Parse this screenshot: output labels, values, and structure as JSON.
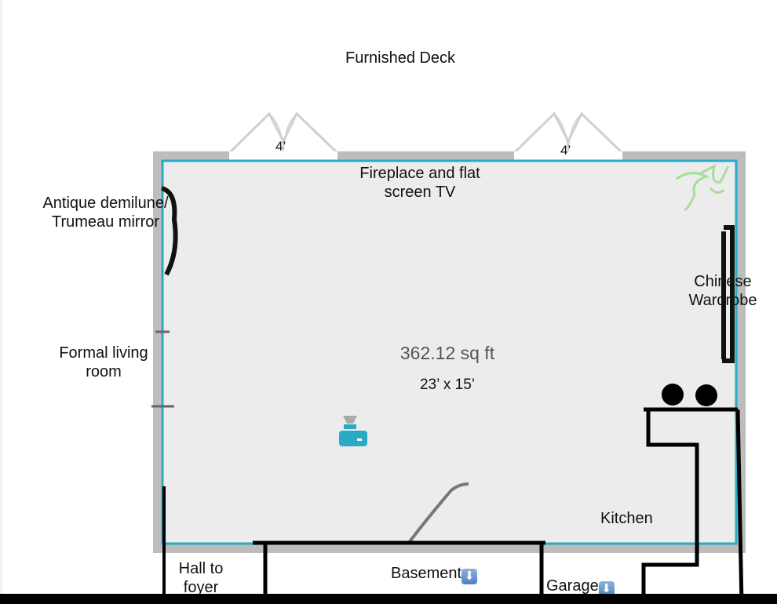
{
  "title": "Furnished Deck",
  "doors": [
    {
      "width_label": "4’"
    },
    {
      "width_label": "4’"
    }
  ],
  "room": {
    "area": "362.12 sq ft",
    "dimensions": "23’ x 15’",
    "wall_color": "#bdbdbd",
    "outline_color": "#2aaac4",
    "floor_color": "#ececec"
  },
  "labels": {
    "fireplace": "Fireplace and flat screen TV",
    "antique": "Antique demilune/ Trumeau mirror",
    "formal": "Formal living room",
    "chinese": "Chinese Wardrobe",
    "kitchen": "Kitchen",
    "hall": "Hall to foyer",
    "basement": "Basement",
    "garage": "Garage"
  },
  "icons": {
    "down_arrow": "⬇",
    "projector": "projector-icon",
    "plant": "plant-icon"
  }
}
